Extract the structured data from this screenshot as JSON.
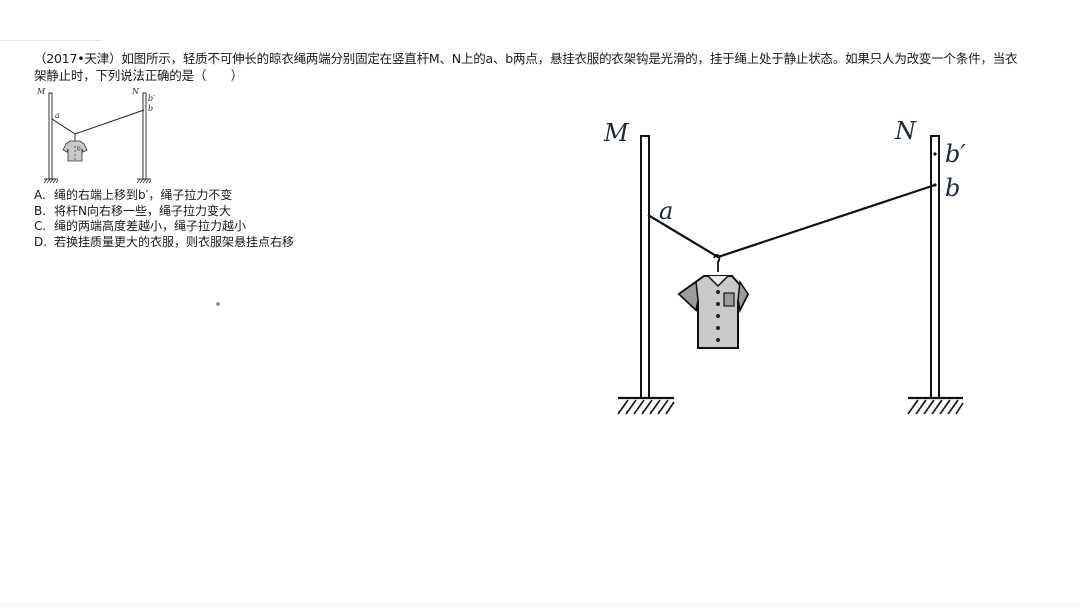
{
  "question": {
    "source": "（2017•天津）",
    "text_line1": "（2017•天津）如图所示，轻质不可伸长的晾衣绳两端分别固定在竖直杆M、N上的a、b两点，悬挂衣服的衣架钩是光滑的，挂于绳上处于静止状态。如果只人为改变一个条件，当衣",
    "text_line2": "架静止时，下列说法正确的是（　　）"
  },
  "figure": {
    "labels": {
      "pole_left": "M",
      "pole_right": "N",
      "point_a": "a",
      "point_b": "b",
      "point_b_prime": "b′"
    },
    "colors": {
      "line": "#111111",
      "shirt_fill": "#c9c9c9",
      "shirt_sleeve": "#9c9c9c",
      "label": "#1b2a3a"
    }
  },
  "options": [
    {
      "letter": "A.",
      "text": "绳的右端上移到b′，绳子拉力不变"
    },
    {
      "letter": "B.",
      "text": "将杆N向右移一些，绳子拉力变大"
    },
    {
      "letter": "C.",
      "text": "绳的两端高度差越小，绳子拉力越小"
    },
    {
      "letter": "D.",
      "text": "若换挂质量更大的衣服，则衣服架悬挂点右移"
    }
  ]
}
